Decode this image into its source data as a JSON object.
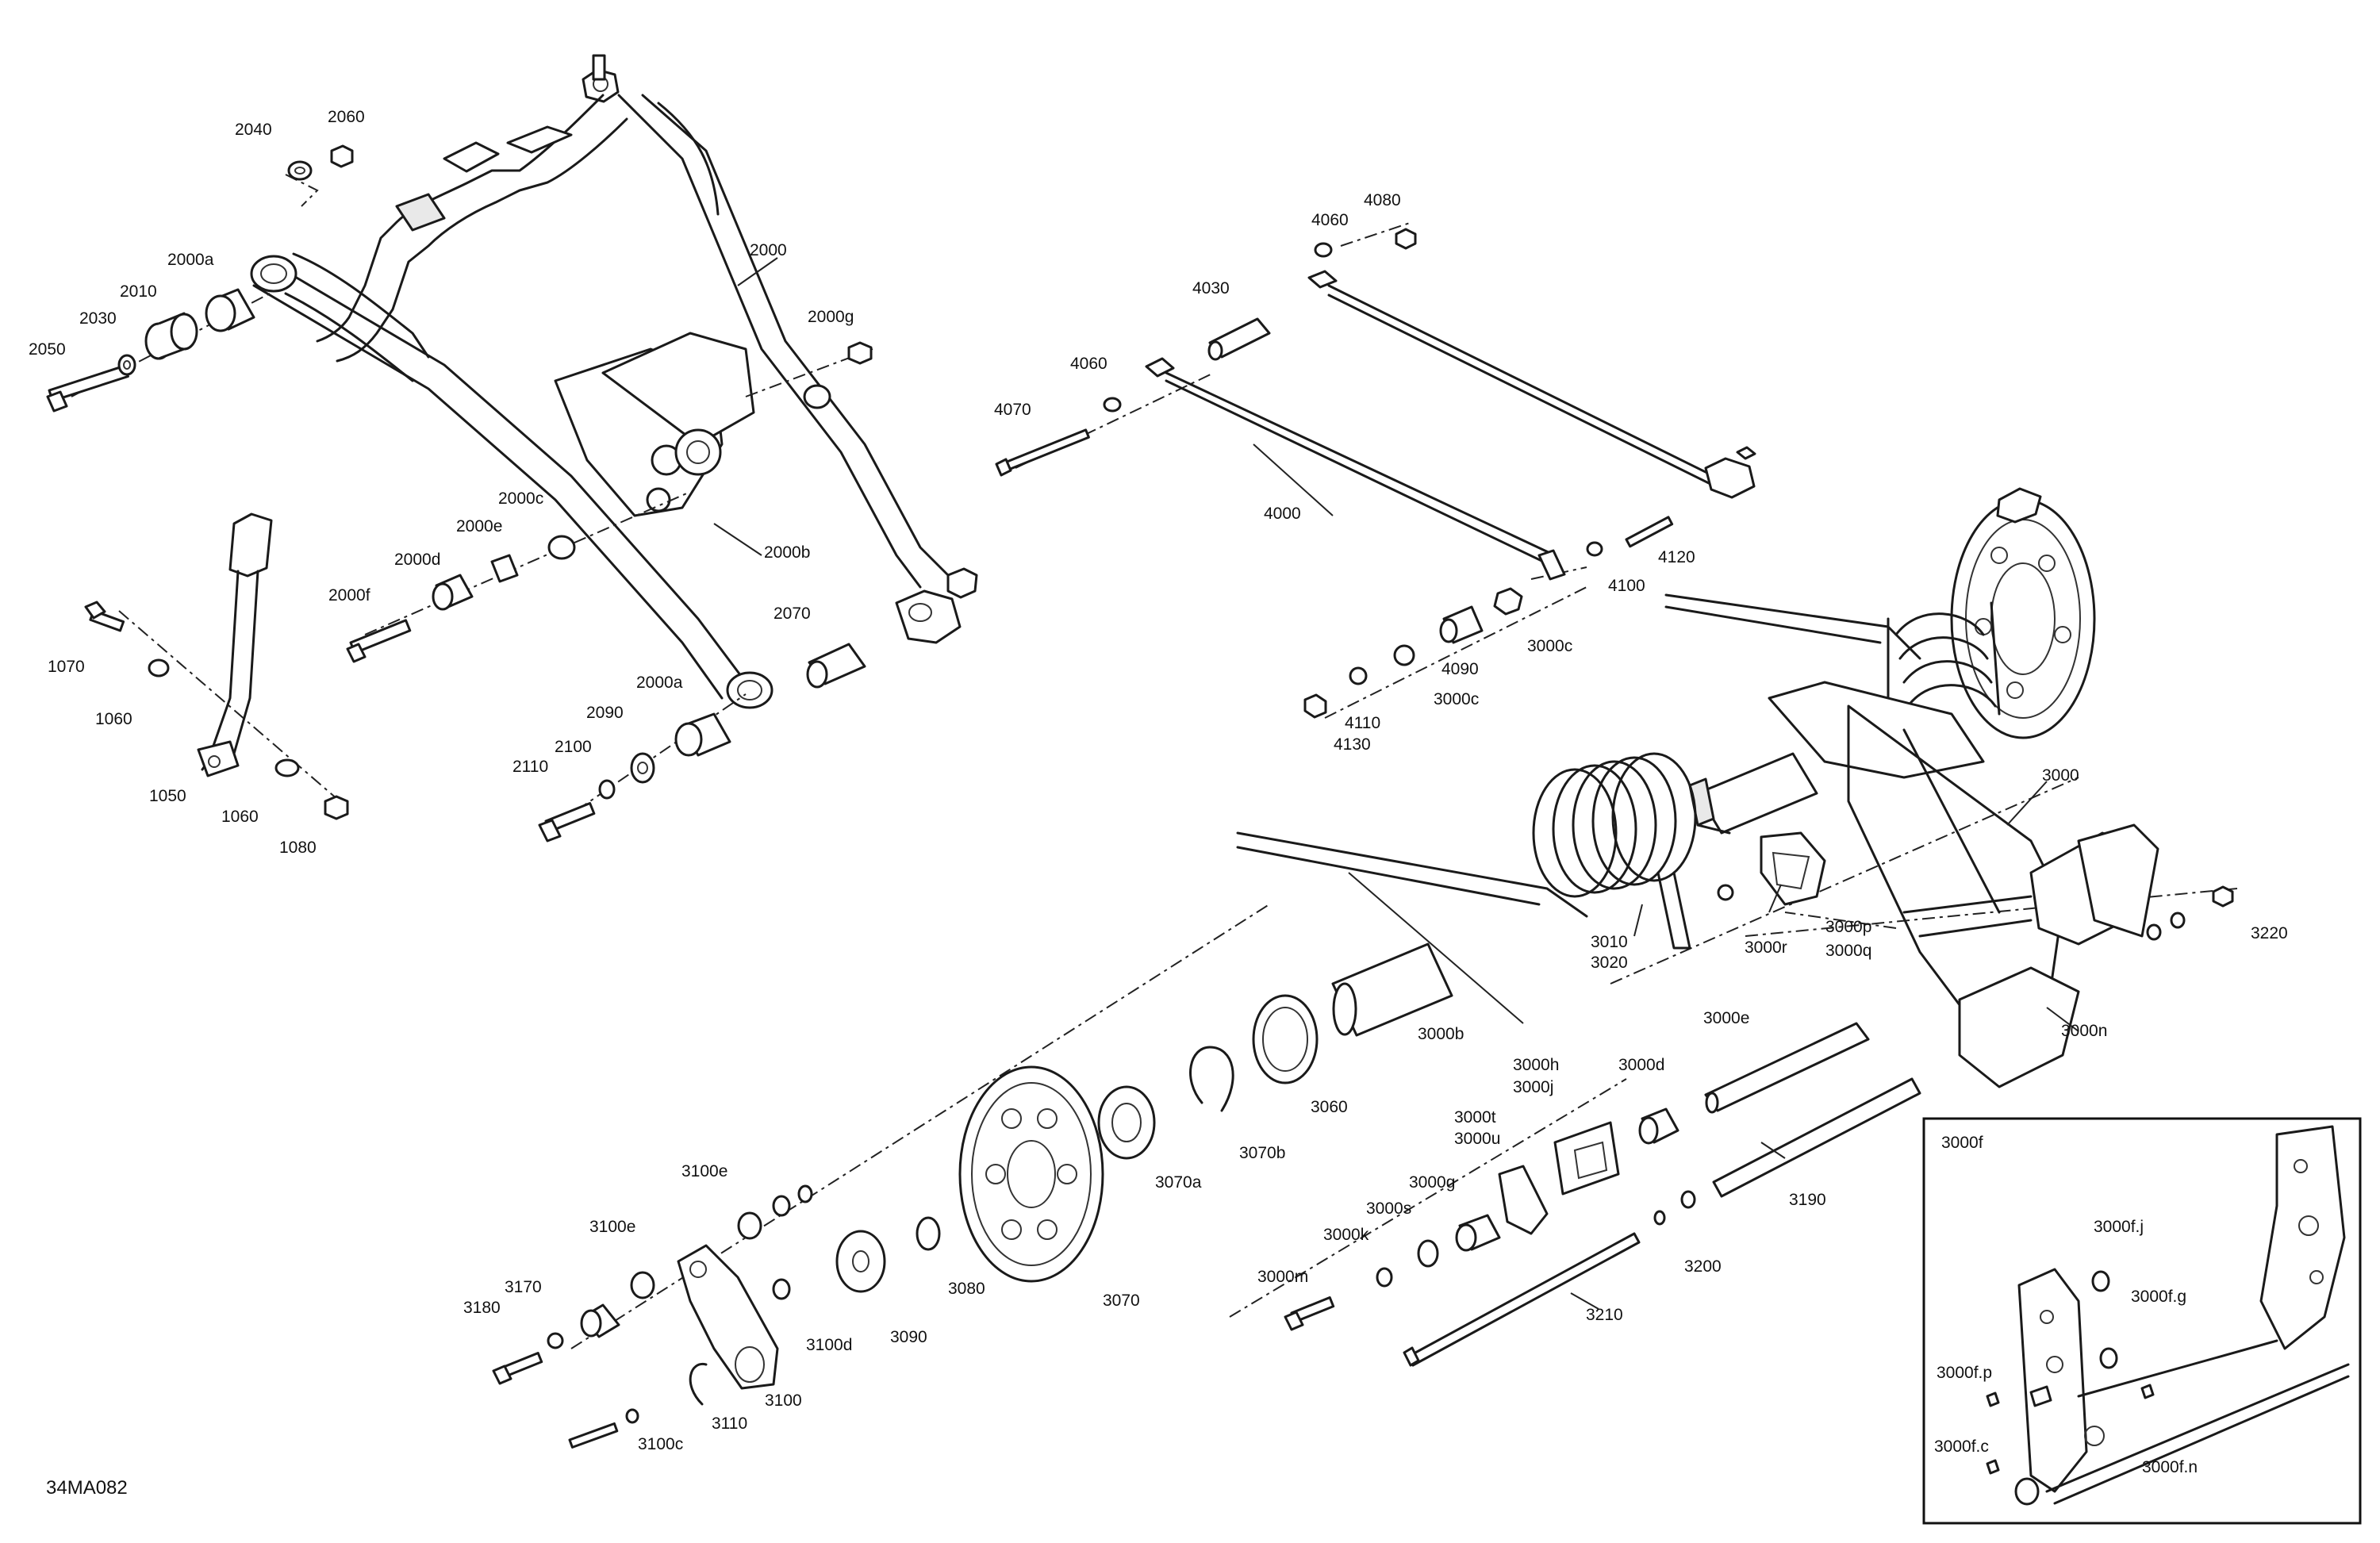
{
  "diagram": {
    "reference_code": "34MA082",
    "inset_title": "3000f",
    "labels": {
      "l2060": "2060",
      "l2040": "2040",
      "l2000": "2000",
      "l2000a_top": "2000a",
      "l2010": "2010",
      "l2030": "2030",
      "l2050": "2050",
      "l2000g": "2000g",
      "l2000c": "2000c",
      "l2000e": "2000e",
      "l2000d": "2000d",
      "l2000b": "2000b",
      "l2000f": "2000f",
      "l2070": "2070",
      "l2000a_bot": "2000a",
      "l2090": "2090",
      "l2100": "2100",
      "l2110": "2110",
      "l1070": "1070",
      "l1060_top": "1060",
      "l1050": "1050",
      "l1060_bot": "1060",
      "l1080": "1080",
      "l4080": "4080",
      "l4060_top": "4060",
      "l4030": "4030",
      "l4060_mid": "4060",
      "l4070": "4070",
      "l4000": "4000",
      "l4120": "4120",
      "l4100": "4100",
      "l3000c_a": "3000c",
      "l4090": "4090",
      "l3000c_b": "3000c",
      "l4110": "4110",
      "l4130": "4130",
      "l3000": "3000",
      "l3010": "3010",
      "l3020": "3020",
      "l3000r": "3000r",
      "l3000p": "3000p",
      "l3000q": "3000q",
      "l3220": "3220",
      "l3000n": "3000n",
      "l3000b": "3000b",
      "l3000e": "3000e",
      "l3060": "3060",
      "l3070b": "3070b",
      "l3070a": "3070a",
      "l3000h": "3000h",
      "l3000j": "3000j",
      "l3000d": "3000d",
      "l3000t": "3000t",
      "l3000u": "3000u",
      "l3000g": "3000g",
      "l3000s": "3000s",
      "l3000k": "3000k",
      "l3000m": "3000m",
      "l3190": "3190",
      "l3200": "3200",
      "l3210": "3210",
      "l3100e_a": "3100e",
      "l3100e_b": "3100e",
      "l3170": "3170",
      "l3180": "3180",
      "l3100d": "3100d",
      "l3090": "3090",
      "l3080": "3080",
      "l3070": "3070",
      "l3100": "3100",
      "l3110": "3110",
      "l3100c": "3100c",
      "l3000fj": "3000f.j",
      "l3000fg": "3000f.g",
      "l3000fp": "3000f.p",
      "l3000fc": "3000f.c",
      "l3000fn": "3000f.n"
    }
  }
}
